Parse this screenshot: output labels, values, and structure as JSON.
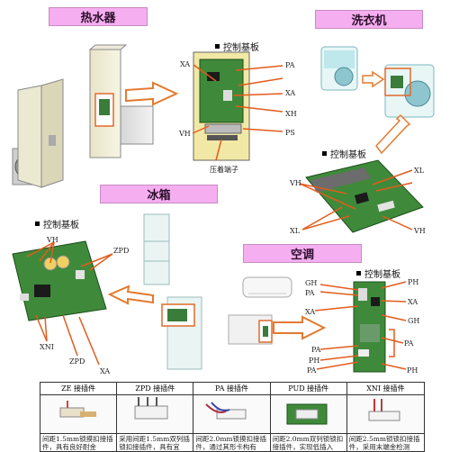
{
  "sections": {
    "water_heater": "热水器",
    "washer": "洗衣机",
    "fridge": "冰箱",
    "aircon": "空调"
  },
  "control_board": "控制基板",
  "crimp_terminal": "压着端子",
  "labels": {
    "wh": {
      "XA": "XA",
      "PA": "PA",
      "XA2": "XA",
      "XH": "XH",
      "VH": "VH",
      "PS": "PS"
    },
    "washer": {
      "VH": "VH",
      "XL": "XL",
      "XL2": "XL",
      "VH2": "VH"
    },
    "fridge": {
      "VH": "VH",
      "ZPD": "ZPD",
      "XNI": "XNI",
      "ZPD2": "ZPD",
      "XA": "XA"
    },
    "aircon": {
      "GH": "GH",
      "PA": "PA",
      "XA": "XA",
      "PH": "PH",
      "XA2": "XA",
      "GH2": "GH",
      "PA2": "PA",
      "PA3": "PA",
      "PH2": "PH",
      "PA4": "PA",
      "PH3": "PH"
    }
  },
  "table": [
    {
      "header": "ZE 接插件",
      "text": "间距1.5mm锁摸扣接插件，具有良好耐金"
    },
    {
      "header": "ZPD 接插件",
      "text": "采用间距1.5mm双列插锁扣接插件，具有宜"
    },
    {
      "header": "PA 接插件",
      "text": "间距2.0mm锁摸扣接插件，通过其形卡构有"
    },
    {
      "header": "PUD 接插件",
      "text": "间距2.0mm双列锁锁扣接插件，实现低插入"
    },
    {
      "header": "XNI 接插件",
      "text": "间距2.5mm锁锁扣接插件，采用末端金检测"
    }
  ]
}
